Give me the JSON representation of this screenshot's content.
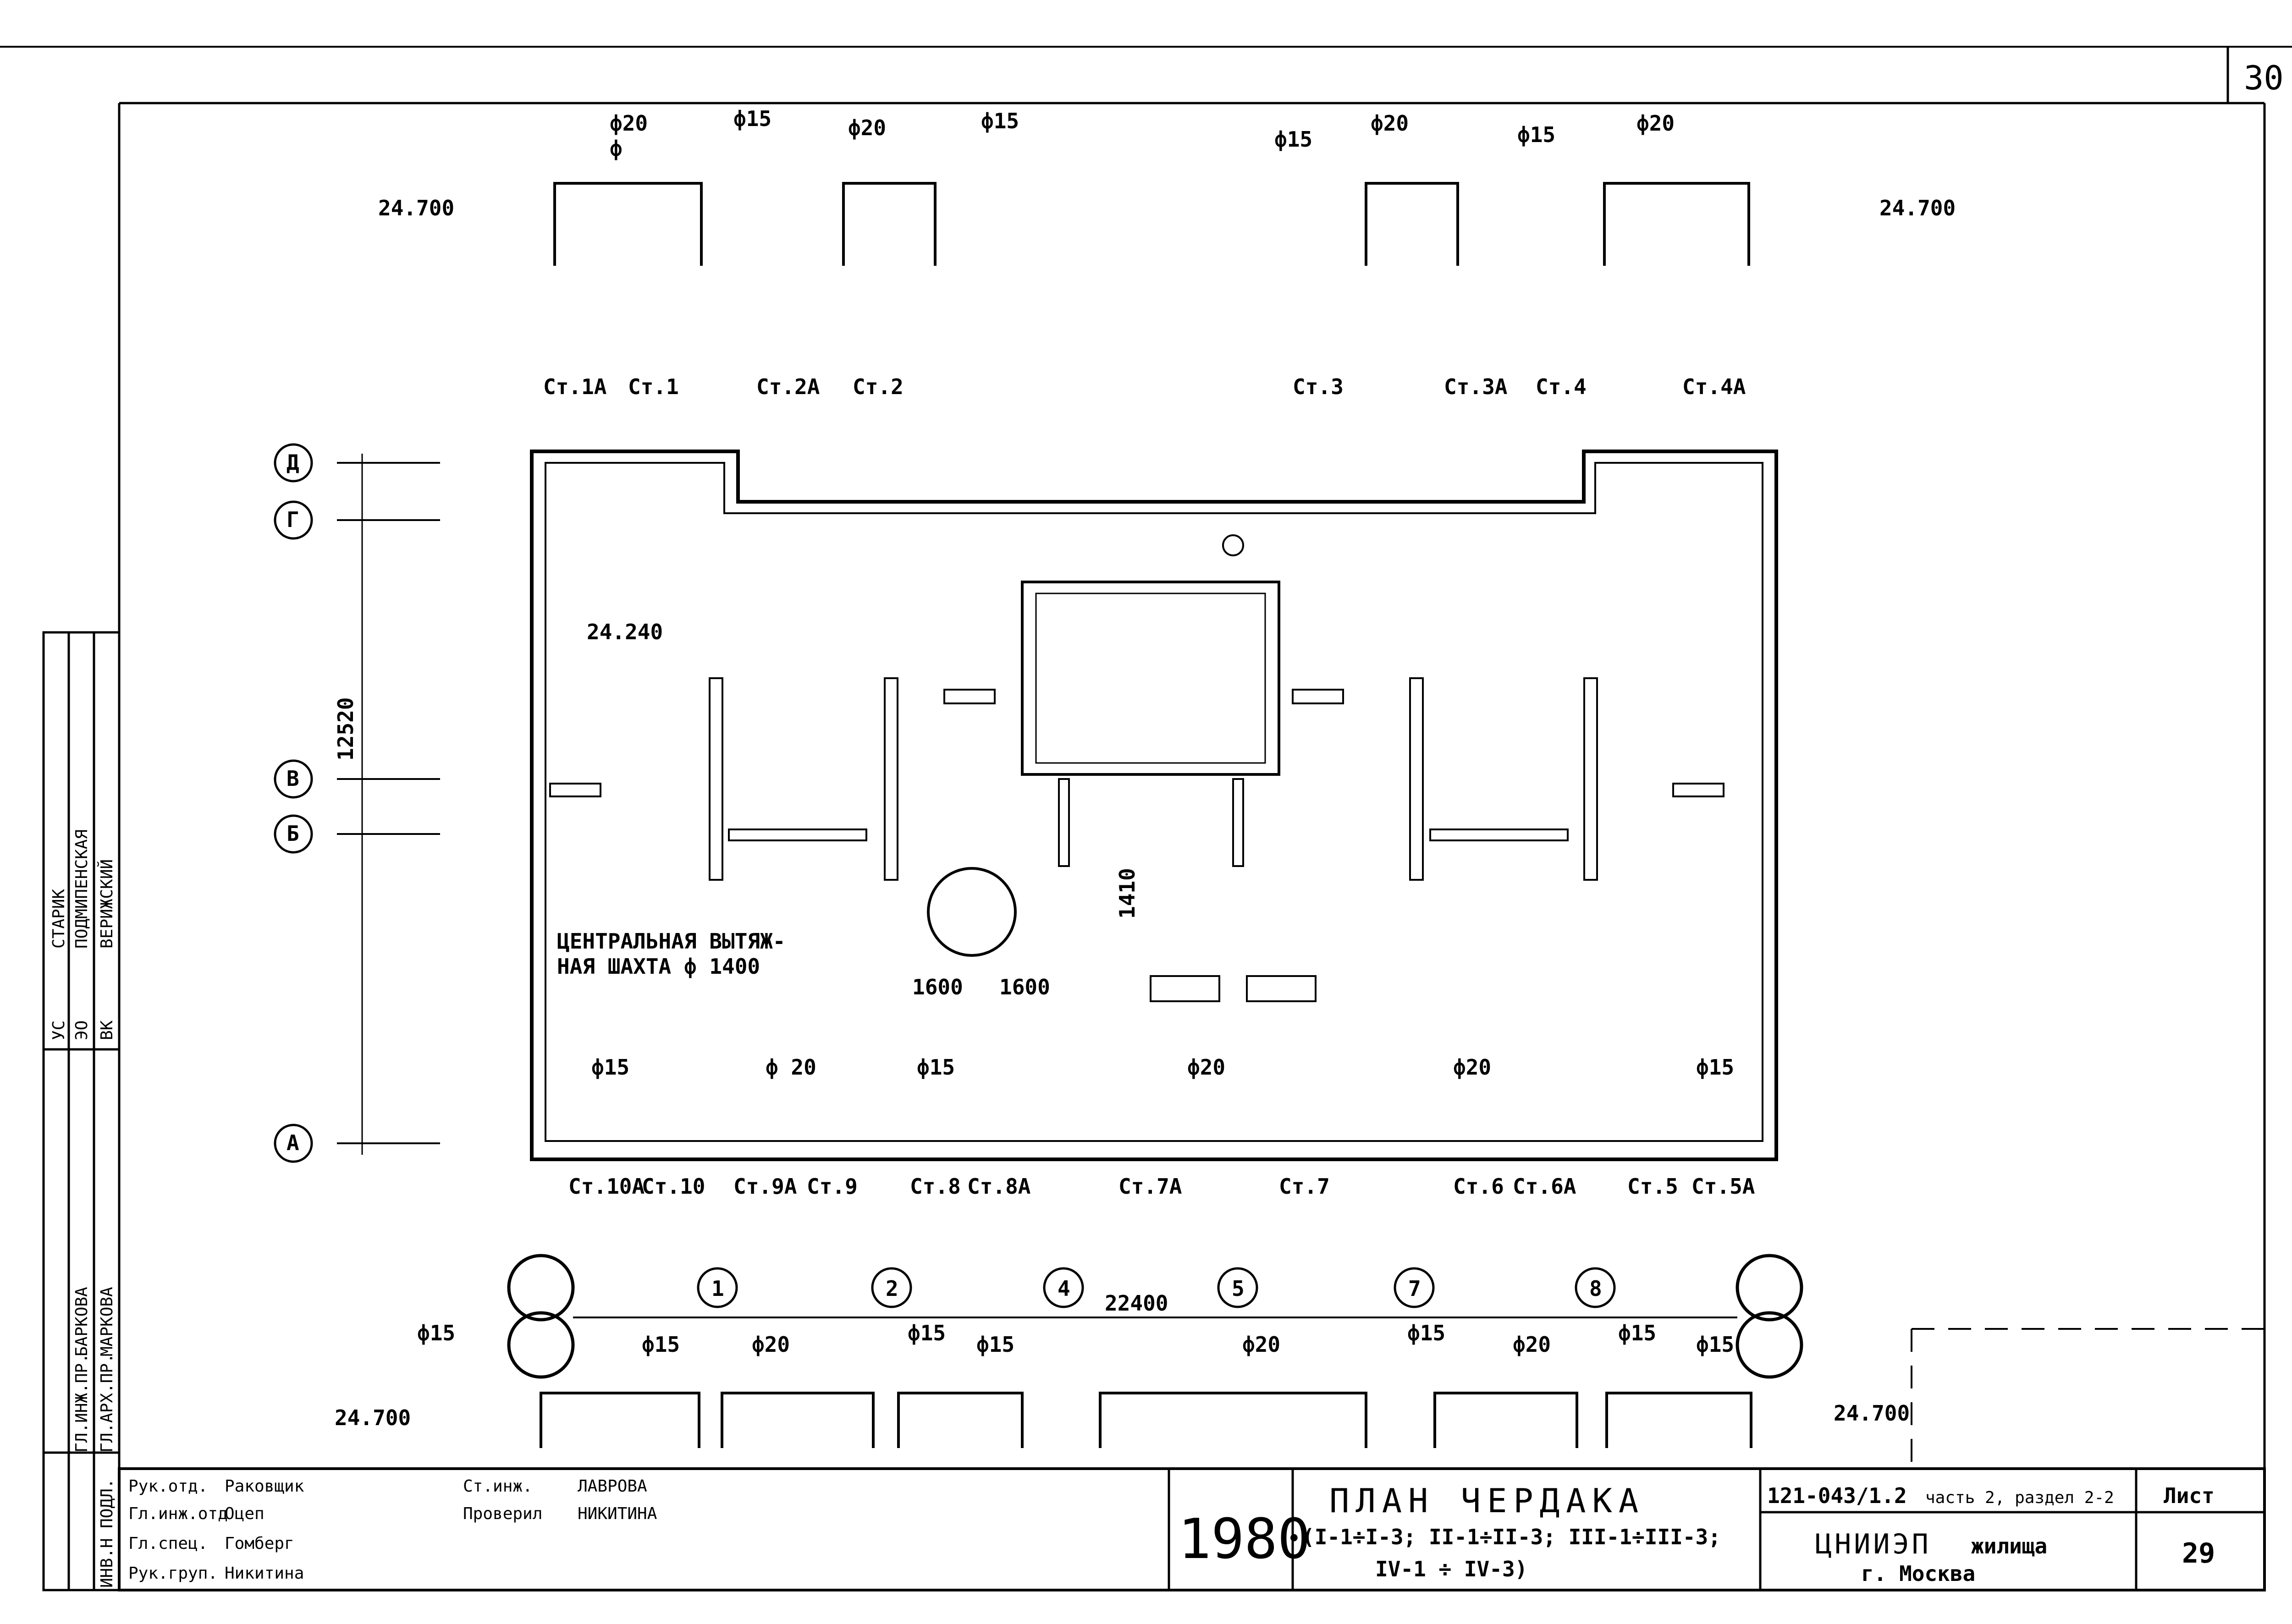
{
  "sheet_number": "30",
  "pipe_labels": {
    "d20": "ф20",
    "d15": "ф15",
    "d": "ф",
    "d20_double": "ф 20"
  },
  "elevations": {
    "e24700": "24.700",
    "e24240": "24.240"
  },
  "axis_letters": [
    "Д",
    "Г",
    "В",
    "Б",
    "А"
  ],
  "axis_numbers": [
    "1",
    "2",
    "4",
    "5",
    "7",
    "8"
  ],
  "dimensions": {
    "d12520": "12520",
    "d22400": "22400",
    "d1410": "1410",
    "d1600": "1600"
  },
  "risers_top": [
    "Ст.1А",
    "Ст.1",
    "Ст.2А",
    "Ст.2",
    "Ст.3",
    "Ст.3А",
    "Ст.4",
    "Ст.4А"
  ],
  "risers_bottom": [
    "Ст.10А",
    "Ст.10",
    "Ст.9А",
    "Ст.9",
    "Ст.8",
    "Ст.8А",
    "Ст.7А",
    "Ст.7",
    "Ст.6",
    "Ст.6А",
    "Ст.5",
    "Ст.5А"
  ],
  "shaft_note": {
    "line1": "ЦЕНТРАЛЬНАЯ ВЫТЯЖ-",
    "line2": "НАЯ ШАХТА ф 1400"
  },
  "left_stamp": {
    "rows": [
      "ВК",
      "ВЕРИЖСКИЙ",
      "ЭО",
      "ПОДМИПЕНСКАЯ",
      "УС",
      "СТАРИК",
      "ГЛ.АРХ.ПР.",
      "МАРКОВА",
      "ГЛ.ИНЖ.ПР.",
      "БАРКОВА",
      "ИНВ.Н ПОДЛ."
    ]
  },
  "title_block": {
    "roles": [
      "Рук.отд.",
      "Гл.инж.отд",
      "Гл.спец.",
      "Рук.груп."
    ],
    "names": [
      "Раковщик",
      "Оцеп",
      "Гомберг",
      "Никитина"
    ],
    "roles2": [
      "Ст.инж.",
      "Проверил"
    ],
    "names2": [
      "ЛАВРОВА",
      "НИКИТИНА"
    ],
    "year": "1980",
    "title": "ПЛАН ЧЕРДАКА",
    "subtitle_1": "(I-1÷I-3; II-1÷II-3; III-1÷III-3;",
    "subtitle_2": "IV-1 ÷ IV-3)",
    "code": "121-043/1.2",
    "part": "часть 2, раздел 2-2",
    "org": "ЦНИИЭП",
    "org_suffix": "жилища",
    "city": "г. Москва",
    "sheet_label": "Лист",
    "sheet_value": "29"
  }
}
